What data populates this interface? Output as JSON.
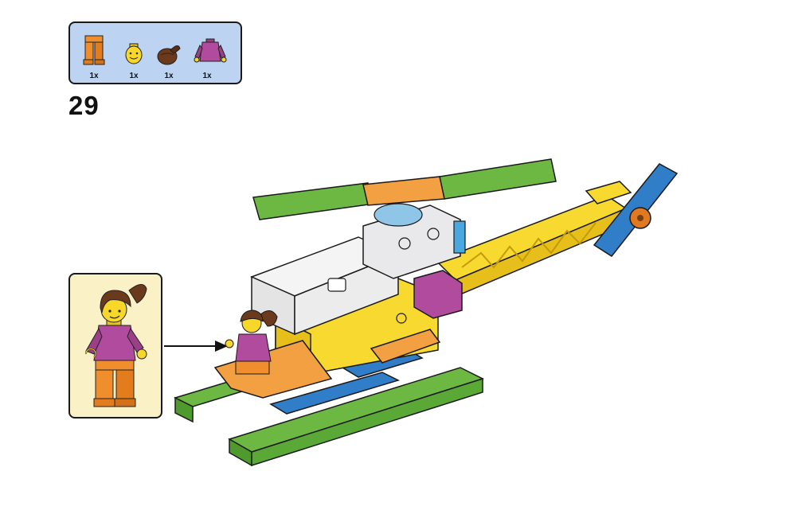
{
  "step_number": "29",
  "parts": [
    {
      "name": "orange-minifig-legs",
      "qty": "1x",
      "color": "#f08d2c"
    },
    {
      "name": "yellow-minifig-head",
      "qty": "1x",
      "color": "#f6d72a"
    },
    {
      "name": "brown-ponytail-hair",
      "qty": "1x",
      "color": "#6b3a1c"
    },
    {
      "name": "magenta-minifig-torso",
      "qty": "1x",
      "color": "#b14b9e"
    }
  ],
  "colors": {
    "parts_box_bg": "#bcd4f1",
    "callout_bg": "#faf1c6",
    "green": "#5fa93a",
    "blue": "#2f7ec7",
    "yellow": "#f7d92f",
    "orange": "#f2a041",
    "white": "#f4f4f4",
    "magenta": "#b14b9e"
  }
}
